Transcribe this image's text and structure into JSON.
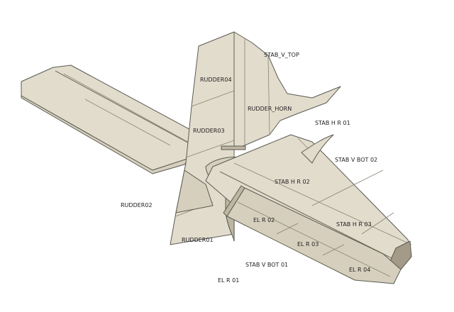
{
  "labels": {
    "stab_v_top": "STAB_V_TOP",
    "rudder04": "RUDDER04",
    "rudder_horn": "RUDDER_HORN",
    "stab_h_r_01": "STAB H R 01",
    "rudder03": "RUDDER03",
    "stab_v_bot_02": "STAB V BOT 02",
    "stab_h_r_02": "STAB H R 02",
    "rudder02": "RUDDER02",
    "el_r_02": "EL R 02",
    "stab_h_r_03": "STAB H R 03",
    "rudder01": "RUDDER01",
    "el_r_03": "EL R 03",
    "stab_v_bot_01": "STAB V BOT 01",
    "el_r_04": "EL R 04",
    "el_r_01": "EL R 01"
  }
}
